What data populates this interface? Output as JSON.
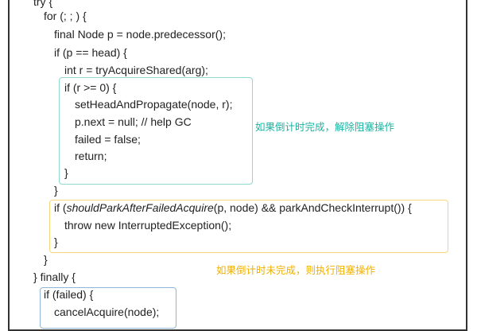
{
  "code_lines": [
    {
      "text": "try {"
    },
    {
      "text": "for (; ; ) {"
    },
    {
      "text": "final Node p = node.predecessor();"
    },
    {
      "text": "if (p == head) {"
    },
    {
      "text": "int r = tryAcquireShared(arg);"
    },
    {
      "text": "if (r >= 0) {"
    },
    {
      "text": "setHeadAndPropagate(node, r);"
    },
    {
      "text": "p.next = null; // help GC"
    },
    {
      "text": "failed = false;"
    },
    {
      "text": "return;"
    },
    {
      "text": "}"
    },
    {
      "text": "}"
    },
    {
      "pre": "if (",
      "italic": "shouldParkAfterFailedAcquire",
      "post": "(p, node) && parkAndCheckInterrupt()) {"
    },
    {
      "text": "throw new InterruptedException();"
    },
    {
      "text": "}"
    },
    {
      "text": "}"
    },
    {
      "text": "} finally {"
    },
    {
      "text": "if (failed) {"
    },
    {
      "text": "cancelAcquire(node);"
    }
  ],
  "annotations": {
    "success": "如果倒计时完成，解除阻塞操作",
    "blocked": "如果倒计时未完成，则执行阻塞操作"
  },
  "colors": {
    "teal": "#19b3a3",
    "yellow": "#f0b000",
    "blue": "#6d9cc4"
  }
}
